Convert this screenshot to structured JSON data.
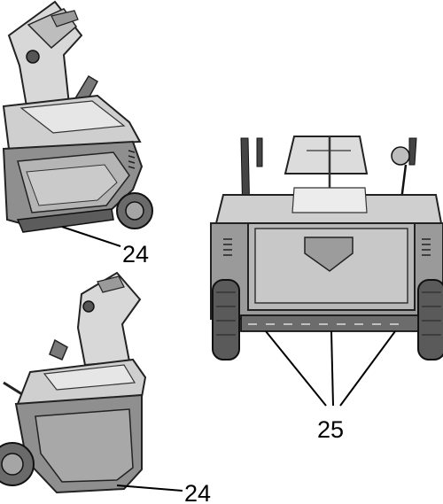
{
  "callouts": {
    "top_left": "24",
    "bottom_left": "24",
    "right": "25"
  }
}
